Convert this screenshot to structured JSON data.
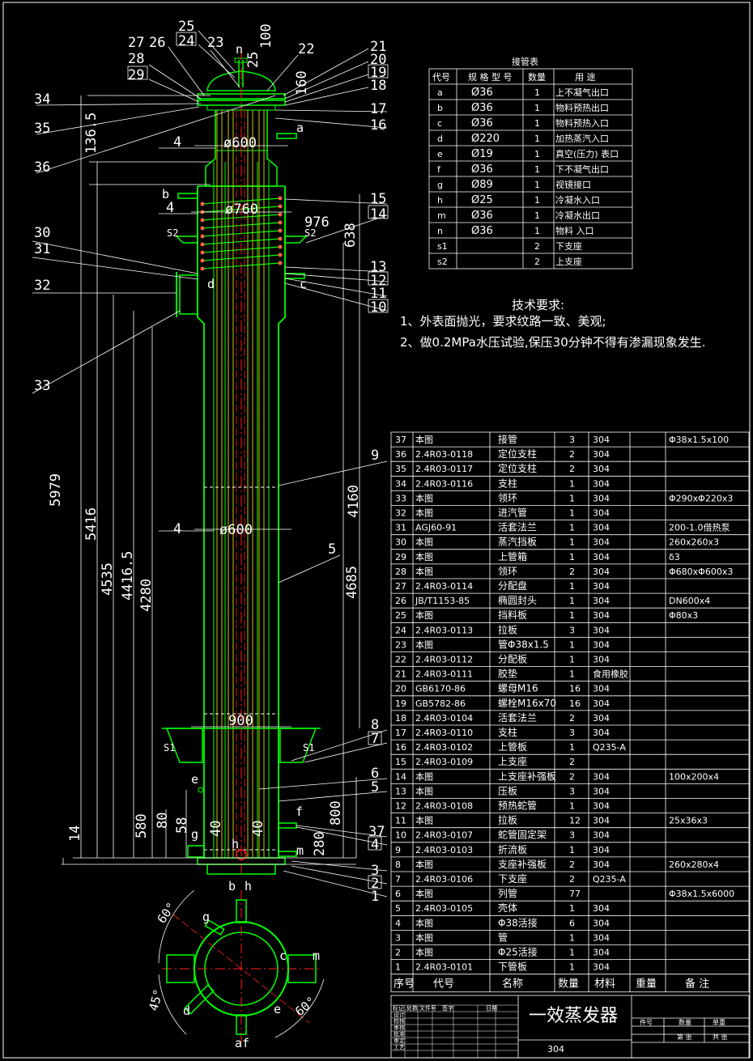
{
  "nozzle_table": {
    "title": "接管表",
    "headers": [
      "代号",
      "规 格 型 号",
      "数量",
      "用  途"
    ],
    "rows": [
      [
        "a",
        "Ø36",
        "1",
        "上不凝气出口"
      ],
      [
        "b",
        "Ø36",
        "1",
        "物料预热出口"
      ],
      [
        "c",
        "Ø36",
        "1",
        "物料预热入口"
      ],
      [
        "d",
        "Ø220",
        "1",
        "加热蒸汽入口"
      ],
      [
        "e",
        "Ø19",
        "1",
        "真空(压力) 表口"
      ],
      [
        "f",
        "Ø36",
        "1",
        "下不凝气出口"
      ],
      [
        "g",
        "Ø89",
        "1",
        "视镜接口"
      ],
      [
        "h",
        "Ø25",
        "1",
        "冷凝水入口"
      ],
      [
        "m",
        "Ø36",
        "1",
        "冷凝水出口"
      ],
      [
        "n",
        "Ø36",
        "1",
        "物料 入口"
      ],
      [
        "s1",
        "",
        "2",
        "下支座"
      ],
      [
        "s2",
        "",
        "2",
        "上支座"
      ]
    ]
  },
  "tech_requirements": {
    "title": "技术要求:",
    "items": [
      "1、外表面抛光，要求纹路一致、美观;",
      "2、做0.2MPa水压试验,保压30分钟不得有渗漏现象发生."
    ]
  },
  "parts_list": {
    "headers": [
      "序号",
      "代号",
      "名称",
      "数量",
      "材料",
      "重量",
      "备 注"
    ],
    "rows": [
      [
        "37",
        "本图",
        "接管",
        "3",
        "304",
        "",
        "Φ38x1.5x100"
      ],
      [
        "36",
        "2.4R03-0118",
        "定位支柱",
        "2",
        "304",
        "",
        ""
      ],
      [
        "35",
        "2.4R03-0117",
        "定位支柱",
        "2",
        "304",
        "",
        ""
      ],
      [
        "34",
        "2.4R03-0116",
        "支柱",
        "1",
        "304",
        "",
        ""
      ],
      [
        "33",
        "本图",
        "领环",
        "1",
        "304",
        "",
        "Φ290xΦ220x3"
      ],
      [
        "32",
        "本图",
        "进汽管",
        "1",
        "304",
        "",
        ""
      ],
      [
        "31",
        "AGJ60-91",
        "活套法兰",
        "1",
        "304",
        "",
        "200-1.0借热泵"
      ],
      [
        "30",
        "本图",
        "蒸汽挡板",
        "1",
        "304",
        "",
        "260x260x3"
      ],
      [
        "29",
        "本图",
        "上管箱",
        "1",
        "304",
        "",
        "δ3"
      ],
      [
        "28",
        "本图",
        "领环",
        "2",
        "304",
        "",
        "Φ680xΦ600x3"
      ],
      [
        "27",
        "2.4R03-0114",
        "分配盘",
        "1",
        "304",
        "",
        ""
      ],
      [
        "26",
        "JB/T1153-85",
        "椭圆封头",
        "1",
        "304",
        "",
        "DN600x4"
      ],
      [
        "25",
        "本图",
        "挡料板",
        "1",
        "304",
        "",
        "Φ80x3"
      ],
      [
        "24",
        "2.4R03-0113",
        "拉板",
        "3",
        "304",
        "",
        ""
      ],
      [
        "23",
        "本图",
        "管Φ38x1.5",
        "1",
        "304",
        "",
        ""
      ],
      [
        "22",
        "2.4R03-0112",
        "分配板",
        "1",
        "304",
        "",
        ""
      ],
      [
        "21",
        "2.4R03-0111",
        "胶垫",
        "1",
        "食用橡胶",
        "",
        ""
      ],
      [
        "20",
        "GB6170-86",
        "螺母M16",
        "16",
        "304",
        "",
        ""
      ],
      [
        "19",
        "GB5782-86",
        "螺栓M16x70",
        "16",
        "304",
        "",
        ""
      ],
      [
        "18",
        "2.4R03-0104",
        "活套法兰",
        "2",
        "304",
        "",
        ""
      ],
      [
        "17",
        "2.4R03-0110",
        "支柱",
        "3",
        "304",
        "",
        ""
      ],
      [
        "16",
        "2.4R03-0102",
        "上管板",
        "1",
        "Q235-A",
        "",
        ""
      ],
      [
        "15",
        "2.4R03-0109",
        "上支座",
        "2",
        "",
        "",
        ""
      ],
      [
        "14",
        "本图",
        "上支座补强板",
        "2",
        "304",
        "",
        "100x200x4"
      ],
      [
        "13",
        "本图",
        "压板",
        "3",
        "304",
        "",
        ""
      ],
      [
        "12",
        "2.4R03-0108",
        "预热蛇管",
        "1",
        "304",
        "",
        ""
      ],
      [
        "11",
        "本图",
        "拉板",
        "12",
        "304",
        "",
        "25x36x3"
      ],
      [
        "10",
        "2.4R03-0107",
        "蛇管固定架",
        "3",
        "304",
        "",
        ""
      ],
      [
        "9",
        "2.4R03-0103",
        "折流板",
        "1",
        "304",
        "",
        ""
      ],
      [
        "8",
        "本图",
        "支座补强板",
        "2",
        "304",
        "",
        "260x280x4"
      ],
      [
        "7",
        "2.4R03-0106",
        "下支座",
        "2",
        "Q235-A",
        "",
        ""
      ],
      [
        "6",
        "本图",
        "列管",
        "77",
        "",
        "",
        "Φ38x1.5x6000"
      ],
      [
        "5",
        "2.4R03-0105",
        "壳体",
        "1",
        "304",
        "",
        ""
      ],
      [
        "4",
        "本图",
        "Φ38活接",
        "6",
        "304",
        "",
        ""
      ],
      [
        "3",
        "本图",
        "管",
        "1",
        "304",
        "",
        ""
      ],
      [
        "2",
        "本图",
        "Φ25活接",
        "1",
        "304",
        "",
        ""
      ],
      [
        "1",
        "2.4R03-0101",
        "下管板",
        "1",
        "304",
        "",
        ""
      ]
    ]
  },
  "title_block": {
    "drawing_name": "一效蒸发器",
    "material": "304",
    "labels": [
      "标记",
      "处数",
      "文件号",
      "签字",
      "日期",
      "设计",
      "校核",
      "审核",
      "批准",
      "审定",
      "工艺"
    ],
    "right_labels": [
      "件号",
      "数量",
      "单重",
      "第 张",
      "共 张"
    ]
  },
  "dimensions": {
    "d600_top": "ø600",
    "d760": "ø760",
    "d600_mid": "ø600",
    "w900": "900",
    "v100": "100",
    "v160": "160",
    "v136_5": "136.5",
    "v976": "976",
    "v638": "638",
    "v4a": "4",
    "v4b": "4",
    "v4c": "4",
    "v5979": "5979",
    "v5416": "5416",
    "v4535": "4535",
    "v4416_5": "4416.5",
    "v4280": "4280",
    "v4160": "4160",
    "v4685": "4685",
    "v14": "14",
    "v580": "580",
    "v80": "80",
    "v58": "58",
    "v800": "800",
    "v280": "280",
    "v40a": "40",
    "v40b": "40",
    "v25": "25",
    "v60a": "60°",
    "v45": "45°",
    "v60b": "60°"
  },
  "leaders_left": [
    "27",
    "26",
    "28",
    "29",
    "34",
    "35",
    "36",
    "30",
    "31",
    "32",
    "33",
    "25",
    "24",
    "23",
    "22"
  ],
  "leaders_right": [
    "21",
    "20",
    "19",
    "18",
    "17",
    "16",
    "15",
    "14",
    "13",
    "12",
    "11",
    "10",
    "9",
    "5",
    "8",
    "7",
    "6",
    "5",
    "37",
    "4",
    "3",
    "2",
    "1"
  ],
  "nozzle_labels": [
    "n",
    "a",
    "b",
    "c",
    "d",
    "e",
    "f",
    "g",
    "h",
    "m",
    "S2",
    "S2",
    "S1",
    "S1",
    "b",
    "h",
    "g",
    "c",
    "m",
    "d",
    "e",
    "af"
  ],
  "colors": {
    "shell": "#00ff00",
    "tubes": "#c8c800",
    "center_line": "#ff2020",
    "text": "#ffffff",
    "background": "#000000"
  }
}
